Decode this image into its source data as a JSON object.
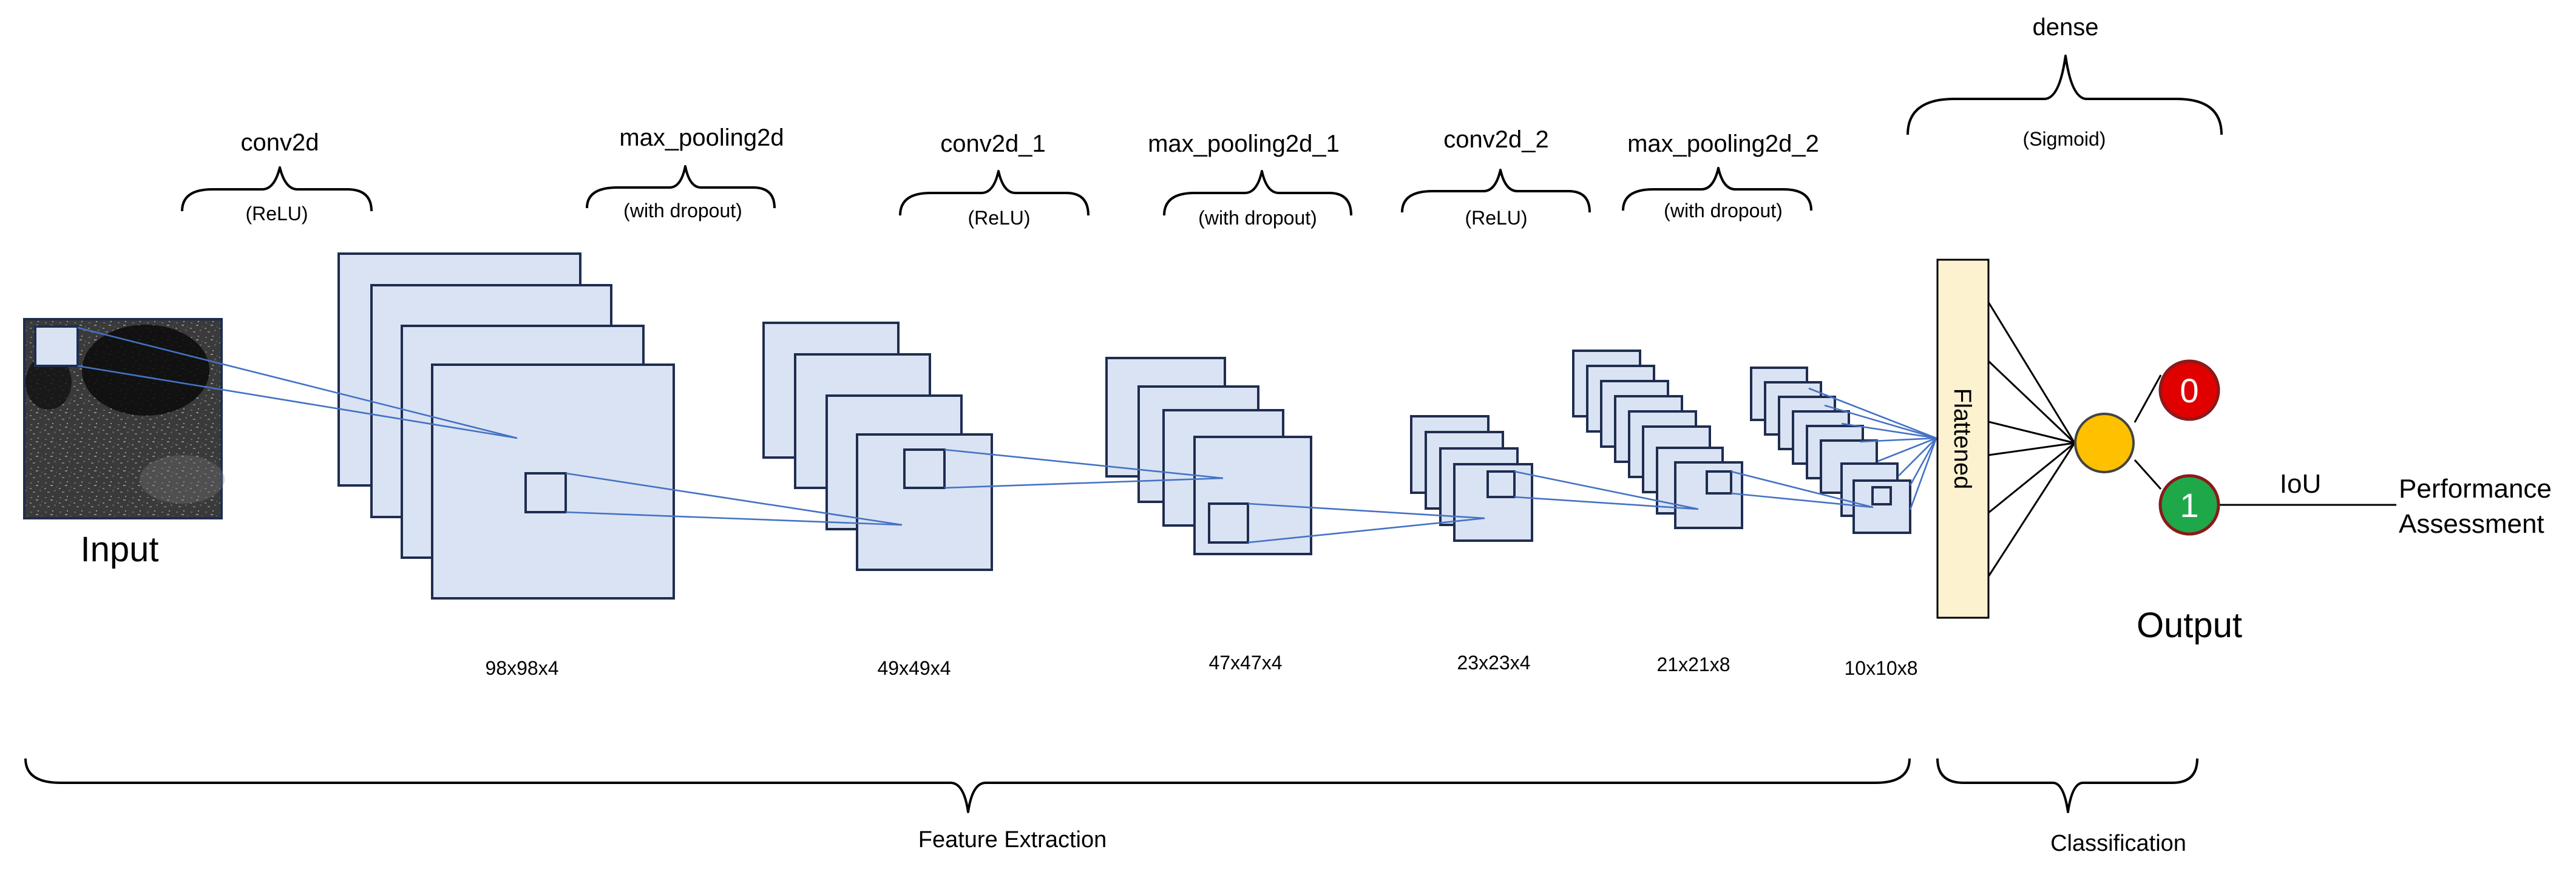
{
  "input": {
    "label": "Input"
  },
  "layers": [
    {
      "name": "conv2d",
      "activation": "(ReLU)",
      "dims": "98x98x4"
    },
    {
      "name": "max_pooling2d",
      "activation": "(with dropout)",
      "dims": "49x49x4"
    },
    {
      "name": "conv2d_1",
      "activation": "(ReLU)",
      "dims": "47x47x4"
    },
    {
      "name": "max_pooling2d_1",
      "activation": "(with dropout)",
      "dims": "23x23x4"
    },
    {
      "name": "conv2d_2",
      "activation": "(ReLU)",
      "dims": "21x21x8"
    },
    {
      "name": "max_pooling2d_2",
      "activation": "(with dropout)",
      "dims": "10x10x8"
    }
  ],
  "dense": {
    "name": "dense",
    "activation": "(Sigmoid)"
  },
  "flattened": {
    "label": "Flattened"
  },
  "outputs": {
    "class0": {
      "label": "0",
      "color": "#e00000"
    },
    "class1": {
      "label": "1",
      "color": "#1fa84a"
    },
    "neuron_color": "#ffc000"
  },
  "output_label": "Output",
  "iou_label": "IoU",
  "performance": {
    "line1": "Performance",
    "line2": "Assessment"
  },
  "sections": {
    "feature_extraction": "Feature Extraction",
    "classification": "Classification"
  },
  "colors": {
    "feature_map_fill": "#dae3f3",
    "connector": "#4472c4",
    "flatten_fill": "#fdf2d0"
  }
}
